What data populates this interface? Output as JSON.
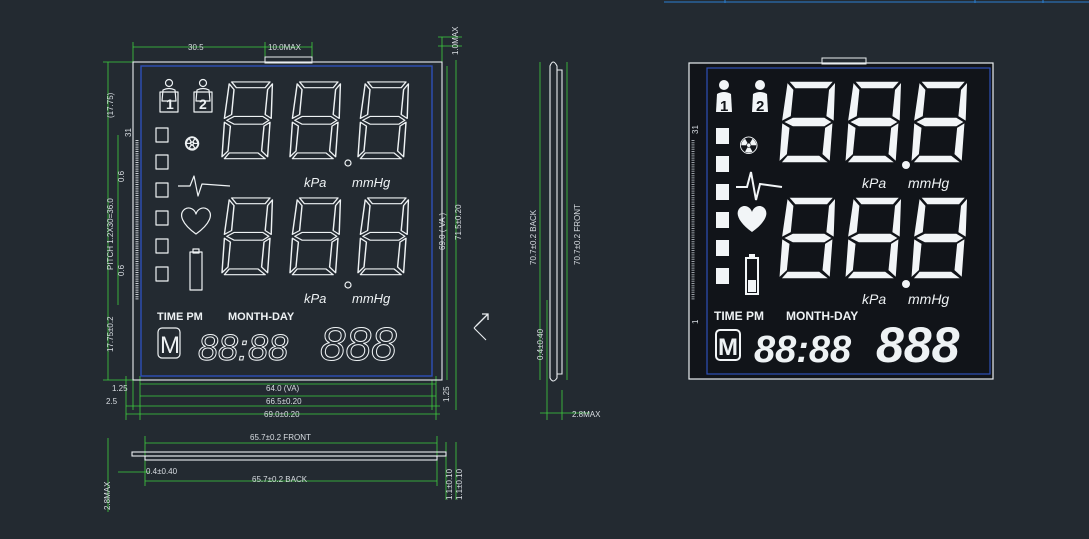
{
  "front_view": {
    "dim_top_left": "30.5",
    "dim_top_tab": "10.0MAX",
    "dim_top_right": "1.0MAX",
    "dim_left_top": "(17.75)",
    "dim_left_pitch": "PITCH 1.2X30=36.0",
    "dim_left_pitch_small_a": "0.6",
    "dim_left_pitch_small_b": "0.6",
    "dim_left_bottom": "17.75±0.2",
    "dim_right_va": "69.0 ( VA )",
    "dim_right_total": "71.5±0.20",
    "dim_bottom_va": "64.0 (VA)",
    "dim_bottom_mid": "66.5±0.20",
    "dim_bottom_total": "69.0±0.20",
    "dim_bottom_left_a": "1.25",
    "dim_bottom_left_b": "2.5",
    "dim_bottom_right": "1.25",
    "pin_label": "31",
    "pin_label_bottom": "1"
  },
  "side_view": {
    "dim_back": "70.7±0.2  BACK",
    "dim_front": "70.7±0.2  FRONT",
    "dim_thick": "0.4±0.40",
    "dim_max": "2.8MAX"
  },
  "bottom_view": {
    "dim_front": "65.7±0.2  FRONT",
    "dim_back": "65.7±0.2  BACK",
    "dim_thick": "0.4±0.40",
    "dim_max": "2.8MAX",
    "dim_right_a": "1.1±0.10",
    "dim_right_b": "1.1±0.10"
  },
  "lcd": {
    "user1": "1",
    "user2": "2",
    "digits_top": "88.8",
    "digits_mid": "88.8",
    "units_a": "kPa",
    "units_b": "mmHg",
    "time_label": "TIME PM",
    "date_label": "MONTH-DAY",
    "memory": "M",
    "clock": "88:88",
    "counter": "888"
  }
}
